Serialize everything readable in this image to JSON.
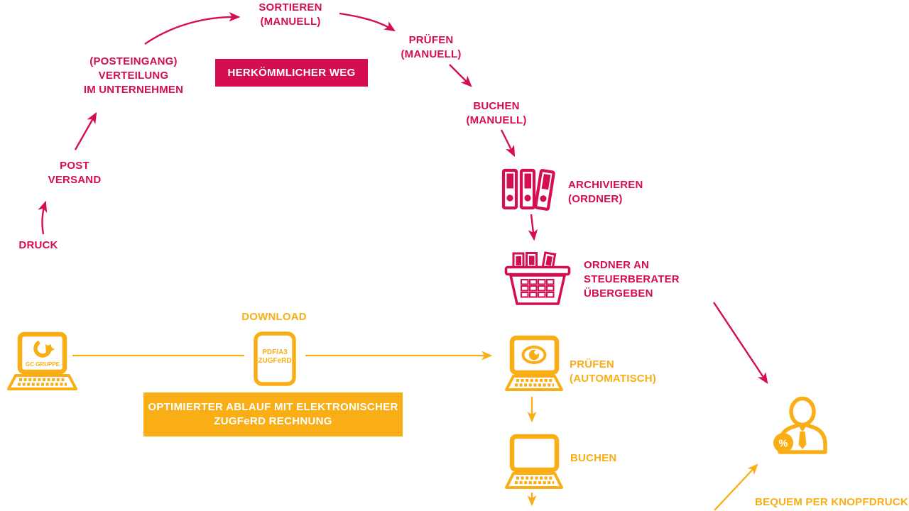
{
  "colors": {
    "red": "#D40E4F",
    "yellow": "#F9AE15",
    "background": "#FFFFFF"
  },
  "badges": {
    "traditional": "HERKÖMMLICHER WEG",
    "optimized_line1": "OPTIMIERTER ABLAUF MIT ELEKTRONISCHER",
    "optimized_line2": "ZUGFeRD RECHNUNG"
  },
  "traditional_steps": {
    "druck": "DRUCK",
    "post_line1": "POST",
    "post_line2": "VERSAND",
    "posteingang_line1": "(POSTEINGANG)",
    "posteingang_line2": "VERTEILUNG",
    "posteingang_line3": "IM UNTERNEHMEN",
    "sortieren_line1": "SORTIEREN",
    "sortieren_line2": "(MANUELL)",
    "pruefen_line1": "PRÜFEN",
    "pruefen_line2": "(MANUELL)",
    "buchen_line1": "BUCHEN",
    "buchen_line2": "(MANUELL)",
    "archivieren_line1": "ARCHIVIEREN",
    "archivieren_line2": "(ORDNER)",
    "uebergeben_line1": "ORDNER AN",
    "uebergeben_line2": "STEUERBERATER",
    "uebergeben_line3": "ÜBERGEBEN"
  },
  "optimized_steps": {
    "download": "DOWNLOAD",
    "doc_line1": "PDF/A3",
    "doc_line2": "ZUGFeRD",
    "gc_laptop_label": "GC GRUPPE",
    "pruefen_line1": "PRÜFEN",
    "pruefen_line2": "(AUTOMATISCH)",
    "buchen": "BUCHEN",
    "bequem": "BEQUEM PER KNOPFDRUCK",
    "percent": "%"
  }
}
